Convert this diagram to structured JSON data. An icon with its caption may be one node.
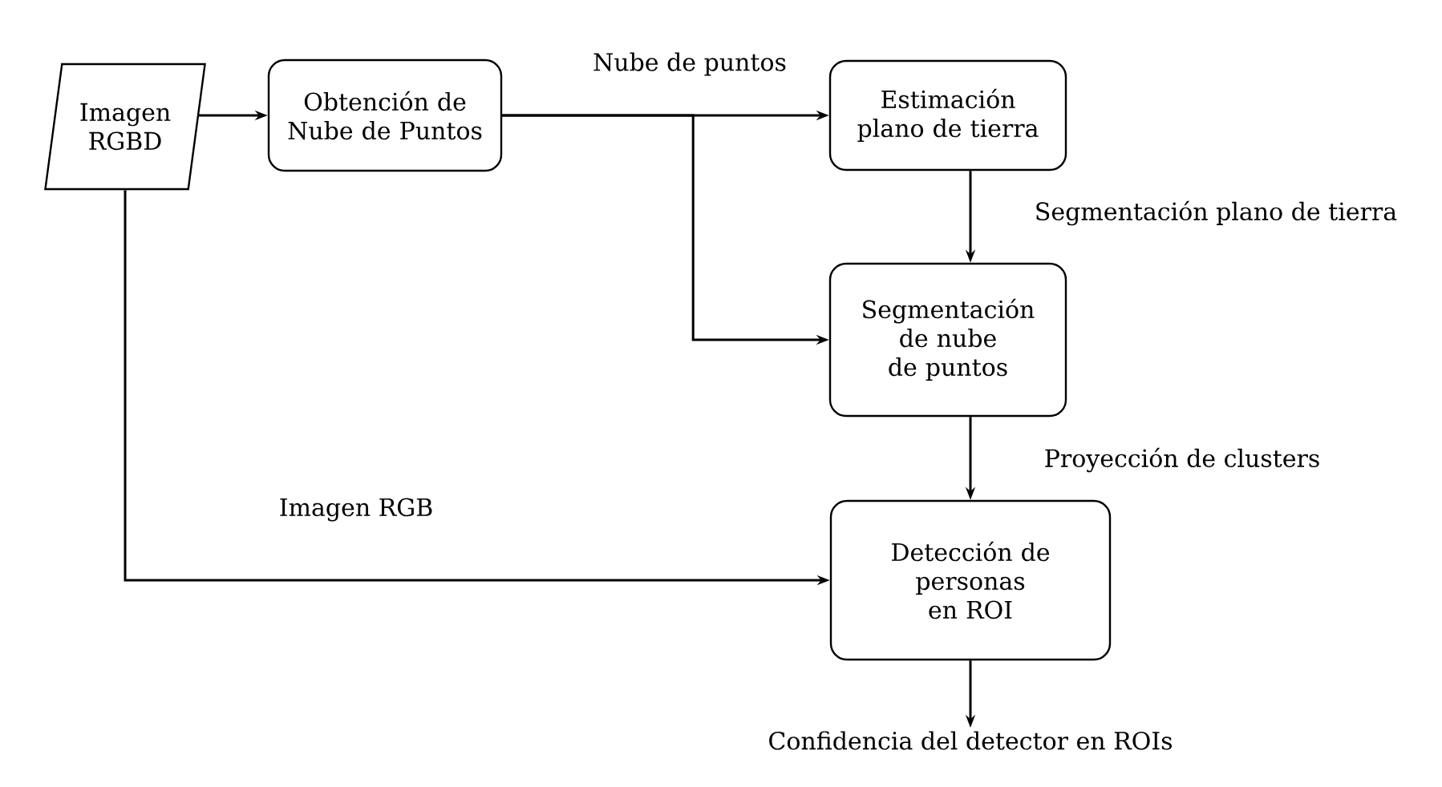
{
  "diagram": {
    "nodes": [
      {
        "text": [
          "Imagen RGBD"
        ]
      },
      {
        "text": [
          "Obtención de Nube de Puntos"
        ]
      },
      {
        "text": [
          "Estimación plano de tierra"
        ]
      },
      {
        "text": [
          "Segmentación de nube de puntos"
        ]
      },
      {
        "text": [
          "Detección de personas en ROI"
        ]
      },
      {
        "text": [
          "Confidencia del detector en ROIs"
        ]
      }
    ],
    "edges": [
      {
        "from": 0,
        "to": 1,
        "arrow": "to"
      },
      {
        "from": 1,
        "to": 2,
        "arrow": "to",
        "label": "Nube de puntos"
      },
      {
        "from": 1,
        "to": 3,
        "arrow": "to"
      },
      {
        "from": 2,
        "to": 3,
        "arrow": "to",
        "label": "Segmentación plano de tierra"
      },
      {
        "from": 3,
        "to": 4,
        "arrow": "to",
        "label": "Proyección de clusters"
      },
      {
        "from": 0,
        "to": 4,
        "arrow": "to",
        "label": "Imagen RGB"
      },
      {
        "from": 4,
        "to": 5,
        "arrow": "to"
      }
    ]
  }
}
